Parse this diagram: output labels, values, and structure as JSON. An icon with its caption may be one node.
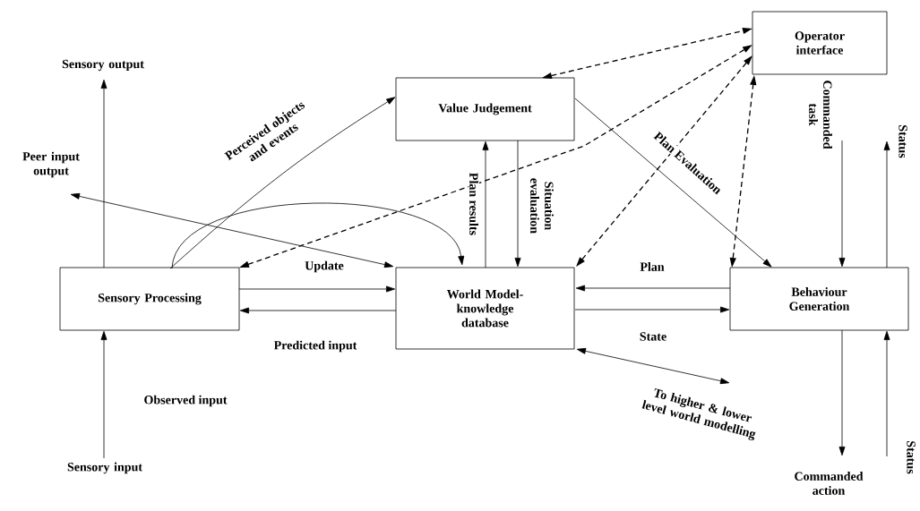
{
  "diagram": {
    "nodes": [
      {
        "text": [
          "Operator interface"
        ]
      },
      {
        "text": [
          "Value Judgement"
        ]
      },
      {
        "text": [
          "Sensory Processing"
        ]
      },
      {
        "text": [
          "World Model- knowledge database"
        ]
      },
      {
        "text": [
          "Behaviour Generation"
        ]
      },
      {
        "text": [
          "Sensory output"
        ]
      },
      {
        "text": [
          "Peer input output"
        ]
      },
      {
        "text": [
          "Sensory input"
        ]
      },
      {
        "text": [
          "To higher & lower level world modelling"
        ]
      },
      {
        "text": [
          "Commanded task"
        ]
      },
      {
        "text": [
          "Status"
        ]
      },
      {
        "text": [
          "Commanded action"
        ]
      },
      {
        "text": [
          "Status"
        ]
      }
    ],
    "edges": [
      {
        "from": 1,
        "to": 0,
        "arrow": "both",
        "style": "dashed"
      },
      {
        "from": 2,
        "to": 0,
        "arrow": "both",
        "style": "dashed"
      },
      {
        "from": 3,
        "to": 0,
        "arrow": "both",
        "style": "dashed"
      },
      {
        "from": 4,
        "to": 0,
        "arrow": "both",
        "style": "dashed"
      },
      {
        "from": 2,
        "to": 1,
        "arrow": "to",
        "label": "Perceived objects and events"
      },
      {
        "from": 2,
        "to": 3,
        "arrow": "to"
      },
      {
        "from": 2,
        "to": 3,
        "arrow": "to",
        "label": "Update"
      },
      {
        "from": 3,
        "to": 2,
        "arrow": "to",
        "label": "Predicted input"
      },
      {
        "from": 3,
        "to": 1,
        "arrow": "to",
        "label": "Plan results"
      },
      {
        "from": 1,
        "to": 3,
        "arrow": "to",
        "label": "Situation evaluation"
      },
      {
        "from": 1,
        "to": 4,
        "arrow": "to",
        "label": "Plan Evaluation"
      },
      {
        "from": 4,
        "to": 3,
        "arrow": "to",
        "label": "Plan"
      },
      {
        "from": 3,
        "to": 4,
        "arrow": "to",
        "label": "State"
      },
      {
        "from": 3,
        "to": 8,
        "arrow": "both"
      },
      {
        "from": 9,
        "to": 4,
        "arrow": "to"
      },
      {
        "from": 4,
        "to": 10,
        "arrow": "to"
      },
      {
        "from": 4,
        "to": 11,
        "arrow": "to"
      },
      {
        "from": 12,
        "to": 4,
        "arrow": "to"
      },
      {
        "from": 2,
        "to": 5,
        "arrow": "to"
      },
      {
        "from": 3,
        "to": 6,
        "arrow": "both"
      },
      {
        "from": 7,
        "to": 2,
        "arrow": "to",
        "label": "Observed input"
      }
    ]
  }
}
